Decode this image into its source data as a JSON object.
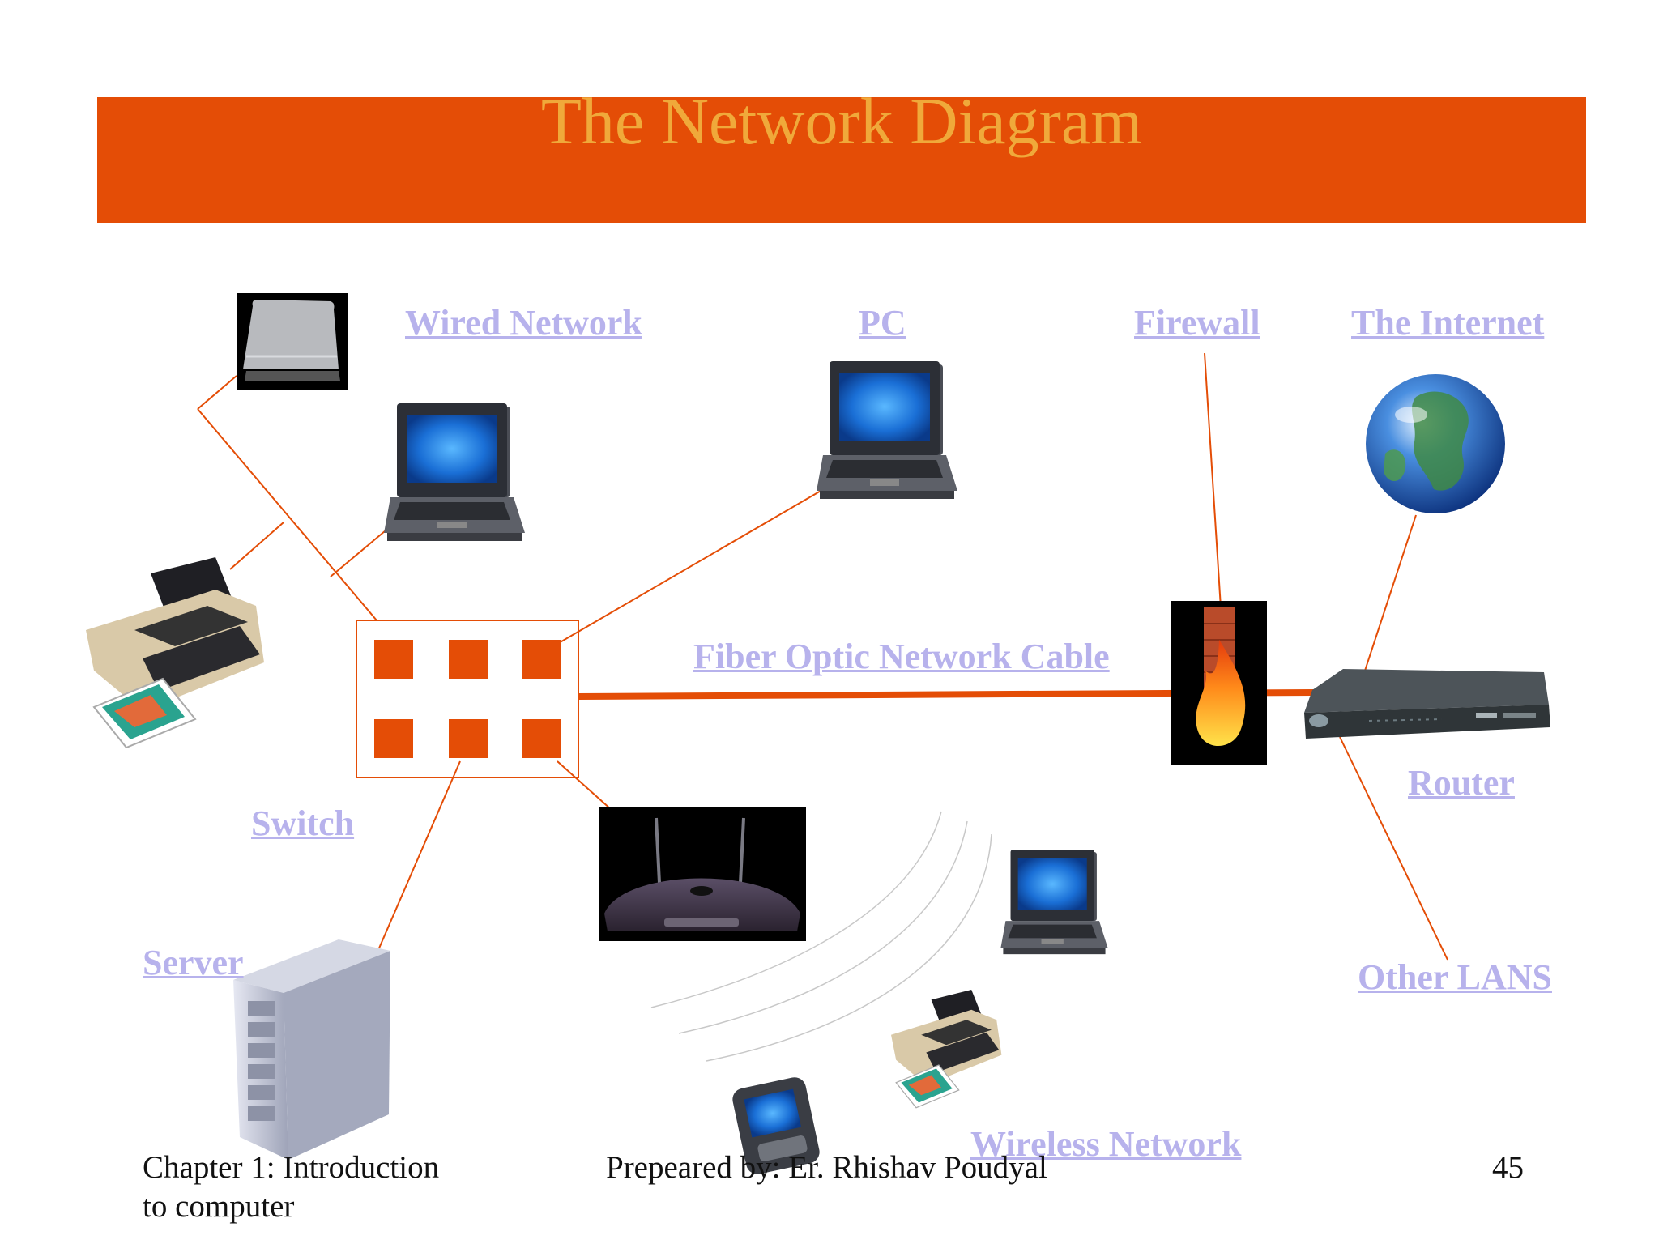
{
  "title": "The Network Diagram",
  "links": {
    "wired_network": "Wired Network",
    "pc": "PC",
    "firewall": "Firewall",
    "internet": "The Internet",
    "fiber": "Fiber Optic Network Cable",
    "router": "Router",
    "switch": "Switch",
    "server": "Server",
    "other_lans": "Other LANS",
    "wireless": "Wireless Network"
  },
  "footer": {
    "chapter_line1": "Chapter 1: Introduction",
    "chapter_line2": "to computer",
    "author": "Prepeared by: Er. Rhishav Poudyal",
    "page": "45"
  },
  "colors": {
    "title_bar": "#e44d06",
    "title_text": "#f0a93a",
    "connector": "#e44d06",
    "link_text": "#b7b2ec"
  },
  "icons": [
    "scanner-icon",
    "laptop-icon",
    "printer-icon",
    "switch-icon",
    "firewall-icon",
    "globe-icon",
    "router-icon",
    "wireless-access-point-icon",
    "server-icon",
    "pda-icon"
  ]
}
